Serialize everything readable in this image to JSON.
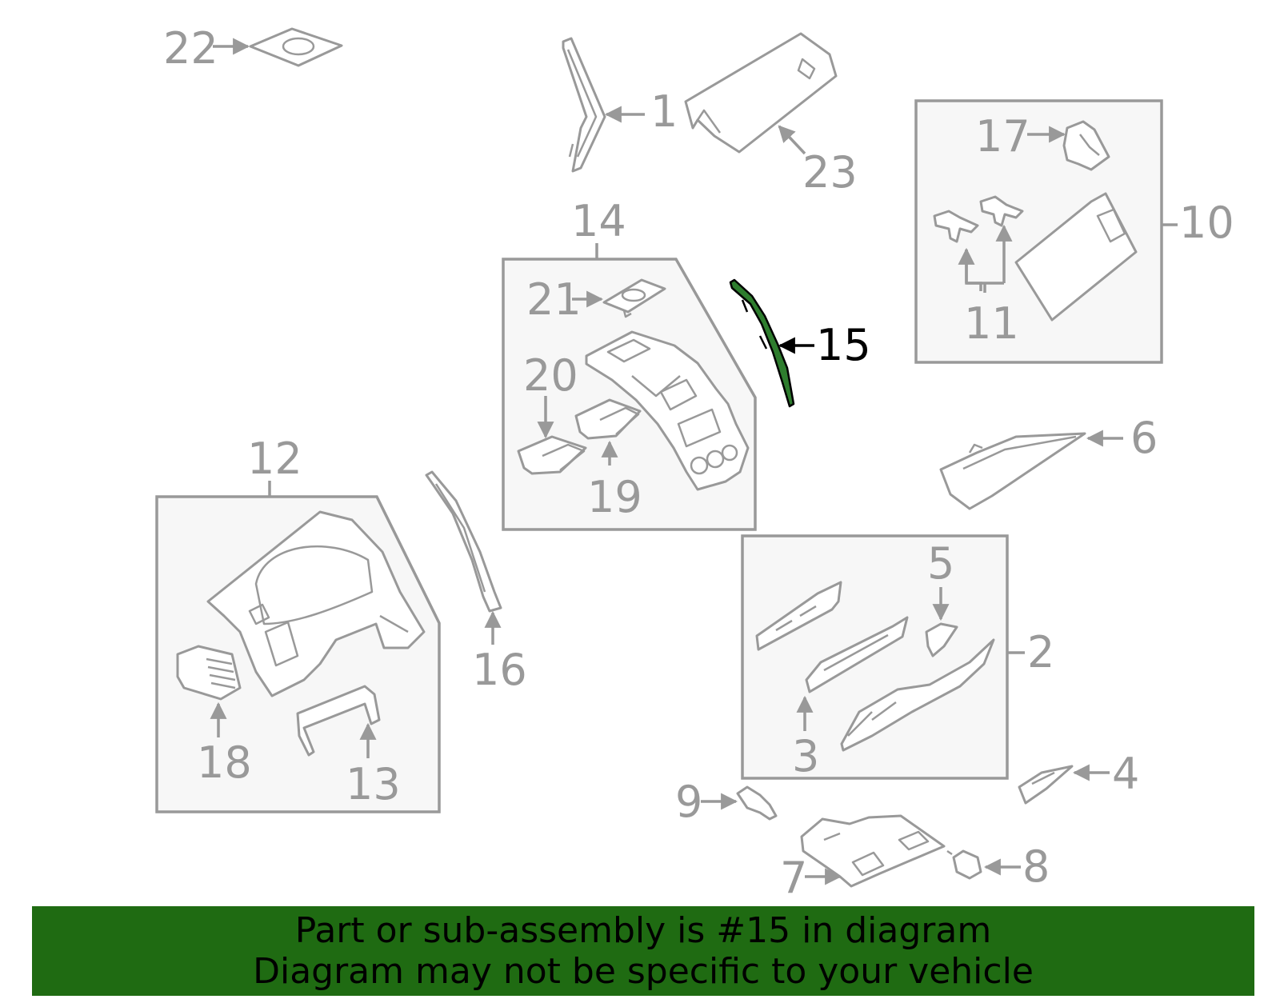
{
  "colors": {
    "line": "#999999",
    "highlight_part": "#2e7d2e",
    "highlight_label": "#000000",
    "banner_background": "#1f6b12",
    "banner_text": "#000000"
  },
  "callouts": [
    {
      "id": "1",
      "label": "1"
    },
    {
      "id": "2",
      "label": "2"
    },
    {
      "id": "3",
      "label": "3"
    },
    {
      "id": "4",
      "label": "4"
    },
    {
      "id": "5",
      "label": "5"
    },
    {
      "id": "6",
      "label": "6"
    },
    {
      "id": "7",
      "label": "7"
    },
    {
      "id": "8",
      "label": "8"
    },
    {
      "id": "9",
      "label": "9"
    },
    {
      "id": "10",
      "label": "10"
    },
    {
      "id": "11",
      "label": "11"
    },
    {
      "id": "12",
      "label": "12"
    },
    {
      "id": "13",
      "label": "13"
    },
    {
      "id": "14",
      "label": "14"
    },
    {
      "id": "15",
      "label": "15",
      "highlighted": true
    },
    {
      "id": "16",
      "label": "16"
    },
    {
      "id": "17",
      "label": "17"
    },
    {
      "id": "18",
      "label": "18"
    },
    {
      "id": "19",
      "label": "19"
    },
    {
      "id": "20",
      "label": "20"
    },
    {
      "id": "21",
      "label": "21"
    },
    {
      "id": "22",
      "label": "22"
    },
    {
      "id": "23",
      "label": "23"
    }
  ],
  "banner": {
    "line1": "Part or sub-assembly is #15 in diagram",
    "line2": "Diagram may not be specific to your vehicle"
  }
}
